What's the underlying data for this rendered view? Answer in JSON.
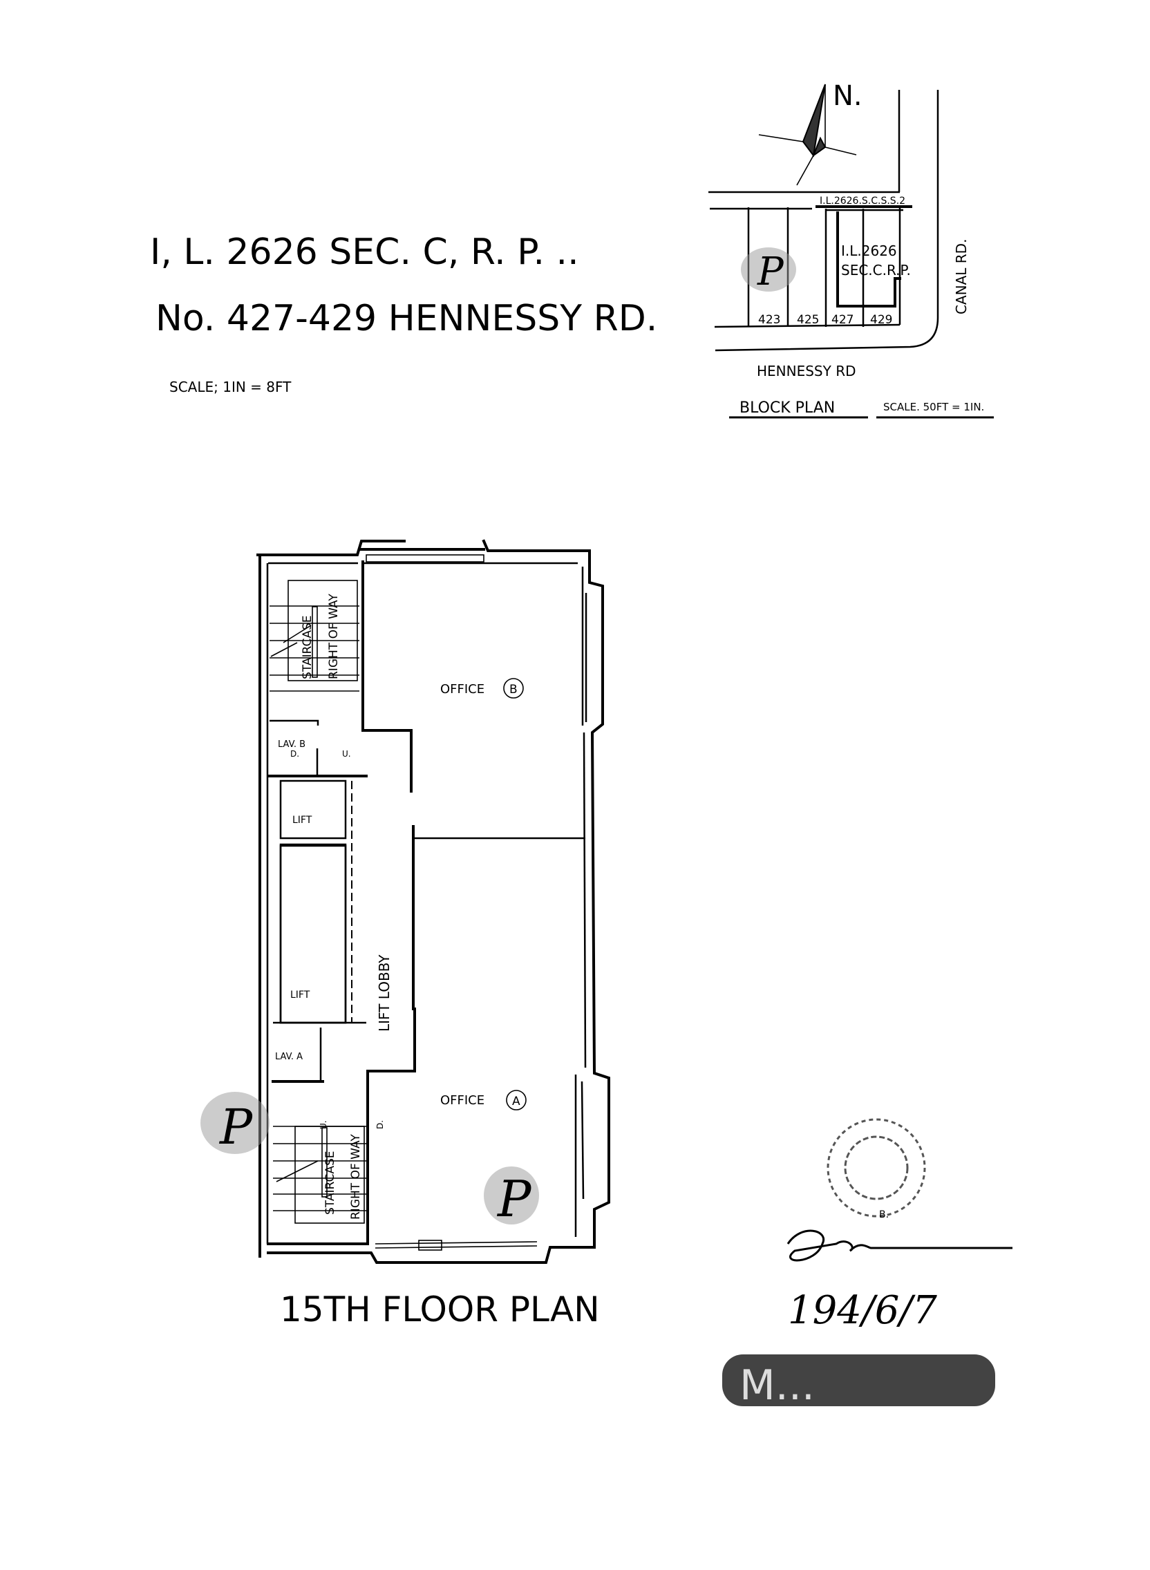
{
  "title": {
    "line1": "I, L. 2626 SEC. C, R. P.  ..",
    "line2": "No. 427-429  HENNESSY RD.",
    "scale": "SCALE;   1IN = 8FT"
  },
  "block_plan": {
    "north": "N.",
    "lot_ref": "I.L.2626.S.C.S.S.2",
    "site_label_1": "I.L.2626",
    "site_label_2": "SEC.C.R.P.",
    "lots": [
      "423",
      "425",
      "427",
      "429"
    ],
    "road_bottom": "HENNESSY     RD",
    "road_right": "CANAL     RD.",
    "heading": "BLOCK     PLAN",
    "scale": "SCALE. 50FT = 1IN."
  },
  "floor_plan": {
    "title": "15TH    FLOOR    PLAN",
    "office_b": "OFFICE",
    "office_b_tag": "B",
    "office_a": "OFFICE",
    "office_a_tag": "A",
    "lift_1": "LIFT",
    "lift_2": "LIFT",
    "lift_lobby": "LIFT    LOBBY",
    "lav_b": "LAV. B",
    "lav_a": "LAV. A",
    "staircase": "STAIRCASE",
    "right_of_way": "RIGHT OF WAY",
    "stair_down": "D.",
    "stair_up": "U."
  },
  "annotations": {
    "handwritten_number": "194/6/7",
    "stamp_text": "M...",
    "marks": [
      "P",
      "P",
      "P"
    ],
    "seal_text": "B."
  }
}
